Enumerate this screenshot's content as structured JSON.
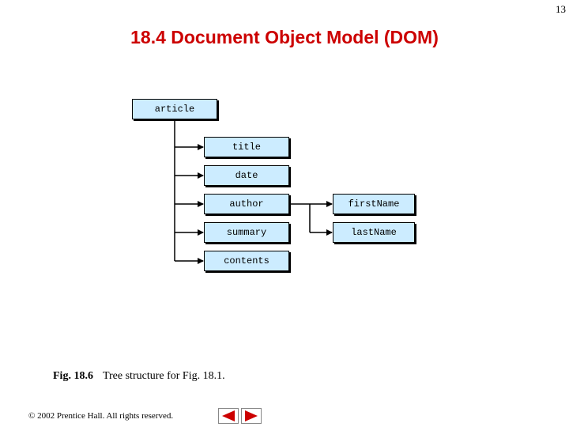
{
  "page": {
    "number": "13"
  },
  "title": "18.4 Document Object Model (DOM)",
  "diagram": {
    "root": "article",
    "children": [
      "title",
      "date",
      "author",
      "summary",
      "contents"
    ],
    "author_children": [
      "firstName",
      "lastName"
    ]
  },
  "caption": {
    "label": "Fig. 18.6",
    "text": "Tree structure for Fig. 18.1."
  },
  "footer": {
    "copyright": "© 2002 Prentice Hall. All rights reserved.",
    "colors": {
      "nav_arrow": "#cc0000"
    }
  },
  "colors": {
    "title": "#cc0000",
    "node_fill": "#ccecff"
  }
}
